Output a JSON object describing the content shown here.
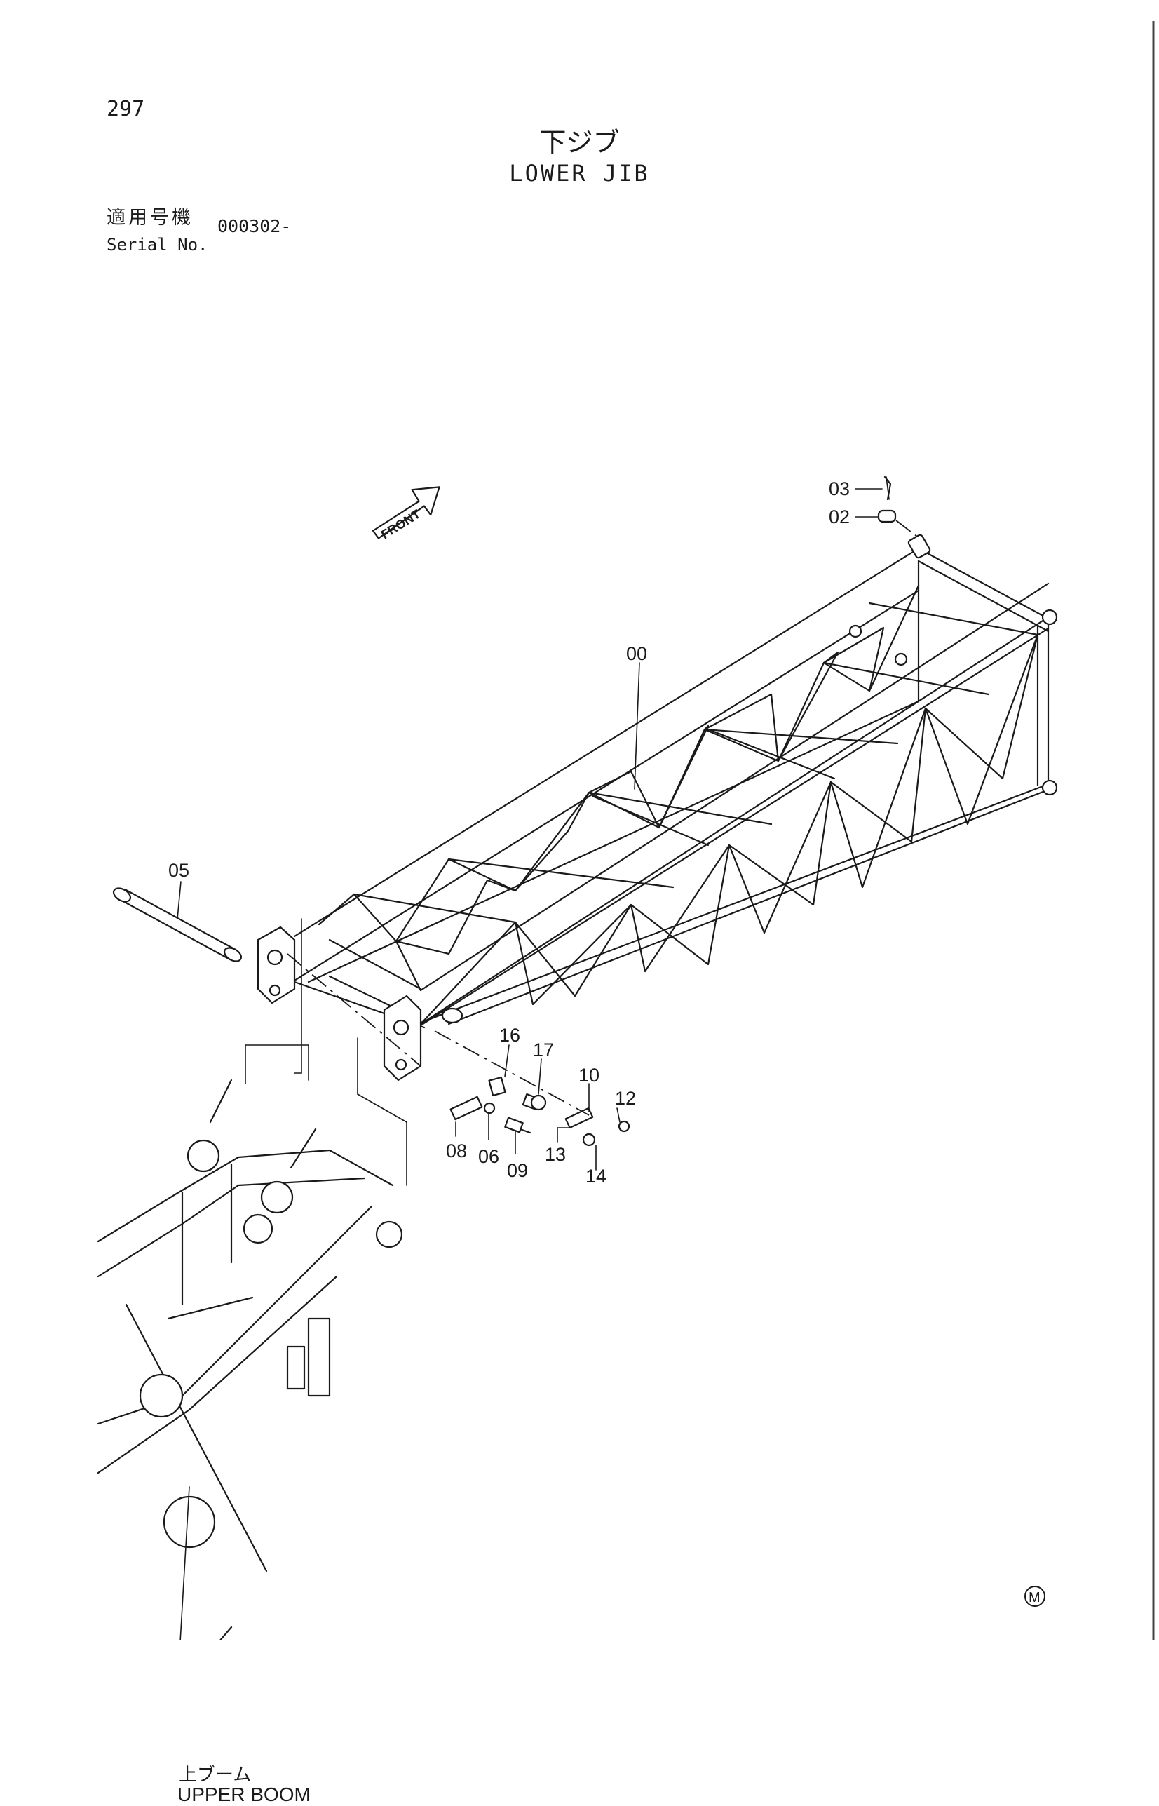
{
  "page": {
    "number": "297",
    "title_ja": "下ジブ",
    "title_en": "LOWER JIB"
  },
  "serial": {
    "label_ja": "適用号機",
    "label_en": "Serial No.",
    "value": "000302-"
  },
  "diagram": {
    "front_arrow_label": "FRONT",
    "upper_boom_label_ja": "上ブーム",
    "upper_boom_label_en": "UPPER BOOM",
    "mark": "M",
    "callouts": [
      "00",
      "02",
      "03",
      "05",
      "06",
      "08",
      "09",
      "10",
      "12",
      "13",
      "14",
      "16",
      "17"
    ]
  }
}
